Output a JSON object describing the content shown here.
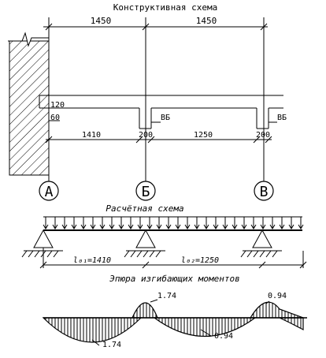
{
  "titles": {
    "structural_scheme": "Конструктивная схема",
    "design_scheme": "Расчётная схема",
    "moment_diagram": "Эпюра изгибающих моментов"
  },
  "dimensions": {
    "span_left": "1450",
    "span_right": "1450",
    "clear_left": "1410",
    "clear_right": "1250",
    "rib_width_1": "200",
    "rib_width_2": "200",
    "wall_bearing_top": "120",
    "wall_bearing_bottom": "60"
  },
  "beam_labels": {
    "beam_1": "ВБ",
    "beam_2": "ВБ"
  },
  "axes": {
    "axis_a": "А",
    "axis_b": "Б",
    "axis_v": "В"
  },
  "design_spans": {
    "l01": "l₀₁=1410",
    "l02": "l₀₂=1250"
  },
  "moments": {
    "span_1": "1.74",
    "support_b": "1.74",
    "span_2": "0.94",
    "support_v": "0.94"
  }
}
